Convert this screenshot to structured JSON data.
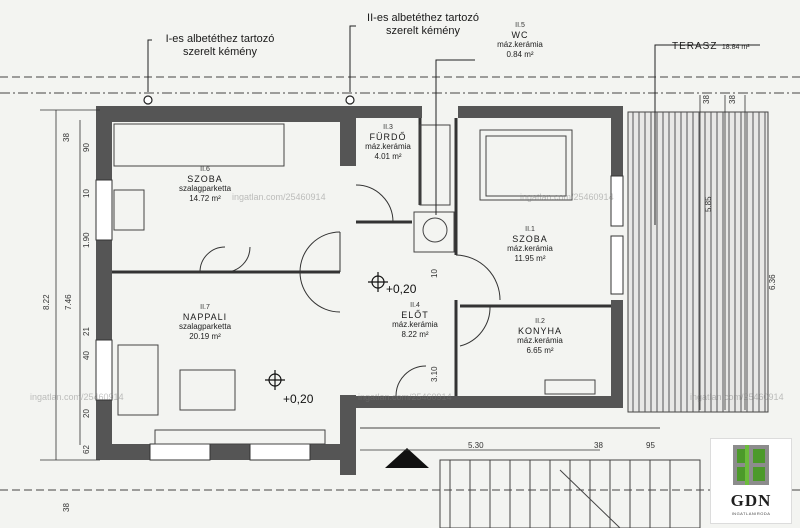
{
  "callouts": {
    "chimney1_line1": "I-es albetéthez tartozó",
    "chimney1_line2": "szerelt kémény",
    "chimney2_line1": "II-es albetéthez tartozó",
    "chimney2_line2": "szerelt kémény",
    "wc_code": "II.5",
    "wc_name": "WC",
    "wc_mat": "máz.kerámia",
    "wc_area": "0.84 m²",
    "terrace_name": "TERASZ",
    "terrace_area": "18.84 m²"
  },
  "rooms": {
    "szoba6": {
      "code": "II.6",
      "name": "SZOBA",
      "material": "szalagparketta",
      "area": "14.72 m²"
    },
    "furdo": {
      "code": "II.3",
      "name": "FÜRDŐ",
      "material": "máz.kerámia",
      "area": "4.01 m²"
    },
    "szoba1": {
      "code": "II.1",
      "name": "SZOBA",
      "material": "máz.kerámia",
      "area": "11.95 m²"
    },
    "nappali": {
      "code": "II.7",
      "name": "NAPPALI",
      "material": "szalagparketta",
      "area": "20.19 m²"
    },
    "elot": {
      "code": "II.4",
      "name": "ELŐT",
      "material": "máz.kerámia",
      "area": "8.22 m²"
    },
    "konyha": {
      "code": "II.2",
      "name": "KONYHA",
      "material": "máz.kerámia",
      "area": "6.65 m²"
    }
  },
  "levels": {
    "l1": "+0,20",
    "l2": "+0,20"
  },
  "dimensions": {
    "d38a": "38",
    "d822": "8.22",
    "d740": "7.46",
    "d90": "90",
    "d10a": "10",
    "d190": "1.90",
    "d21": "21",
    "d40": "40",
    "d20": "20",
    "d62": "62",
    "d38b": "38",
    "d10b": "10",
    "d310": "3.10",
    "d530": "5.30",
    "d38c": "38",
    "d95": "95",
    "d585": "5.85",
    "d636": "6.36",
    "d38d": "38",
    "d38e": "38"
  },
  "watermarks": {
    "w1": "ingatlan.com/25460914",
    "w2": "ingatlan.com/25460914",
    "w3": "ingatlan.com/25460914",
    "w4": "ingatlan.com/25460914",
    "w5": "ingatlan.com/25460914"
  },
  "logo": {
    "name": "GDN",
    "tagline": "INGATLANIRODA",
    "colors": {
      "green": "#4c9a2a",
      "grey": "#8c8c8c"
    }
  }
}
